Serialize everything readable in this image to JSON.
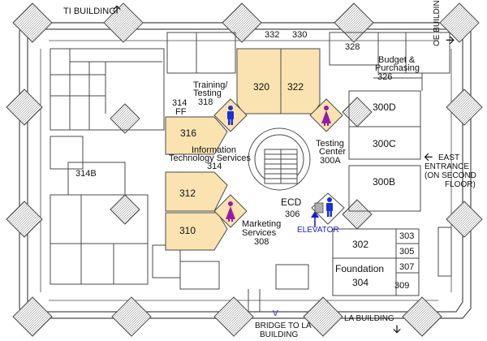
{
  "map": {
    "labels": {
      "ti_building": "TI BUILDING",
      "oe_building": "OE BUILDING",
      "east_entrance_line1": "EAST",
      "east_entrance_line2": "ENTRANCE",
      "east_entrance_line3": "(ON SECOND",
      "east_entrance_line4": "FLOOR)",
      "la_building": "LA BUILDING",
      "bridge_line1": "BRIDGE TO LA",
      "bridge_line2": "BUILDING",
      "elevator": "ELEVATOR",
      "training_line1": "Training/",
      "training_line2": "Testing",
      "info_tech_line1": "Information",
      "info_tech_line2": "Technology Services",
      "testing_center_line1": "Testing",
      "testing_center_line2": "Center",
      "ecd": "ECD",
      "marketing_line1": "Marketing",
      "marketing_line2": "Services",
      "budget_line1": "Budget &",
      "budget_line2": "Purchasing",
      "foundation": "Foundation"
    },
    "rooms": {
      "r332": "332",
      "r330": "330",
      "r328": "328",
      "r326": "326",
      "r320": "320",
      "r322": "322",
      "r318": "318",
      "r314": "314",
      "r314ff": "FF",
      "r316": "316",
      "r314_its": "314",
      "r314b": "314B",
      "r312": "312",
      "r310": "310",
      "r306": "306",
      "r308": "308",
      "r300d": "300D",
      "r300c": "300C",
      "r300a": "300A",
      "r300b": "300B",
      "r302": "302",
      "r303": "303",
      "r305": "305",
      "r307": "307",
      "r304": "304",
      "r309": "309"
    },
    "arrows": {
      "up": "🡩",
      "right": "🡪",
      "left": "🡨",
      "down": "🡫",
      "v_mark": "V"
    },
    "colors": {
      "highlight_room": "#fae3b0",
      "restroom_men": "#1b2fd8",
      "restroom_women": "#9a1aa8",
      "elevator_text": "#1c1cd0",
      "walls": "#4a4a4a"
    },
    "icons": {
      "men_restroom": "men-restroom-icon",
      "women_restroom": "women-restroom-icon",
      "elevator": "elevator-icon",
      "stairs": "stairs-icon"
    }
  }
}
